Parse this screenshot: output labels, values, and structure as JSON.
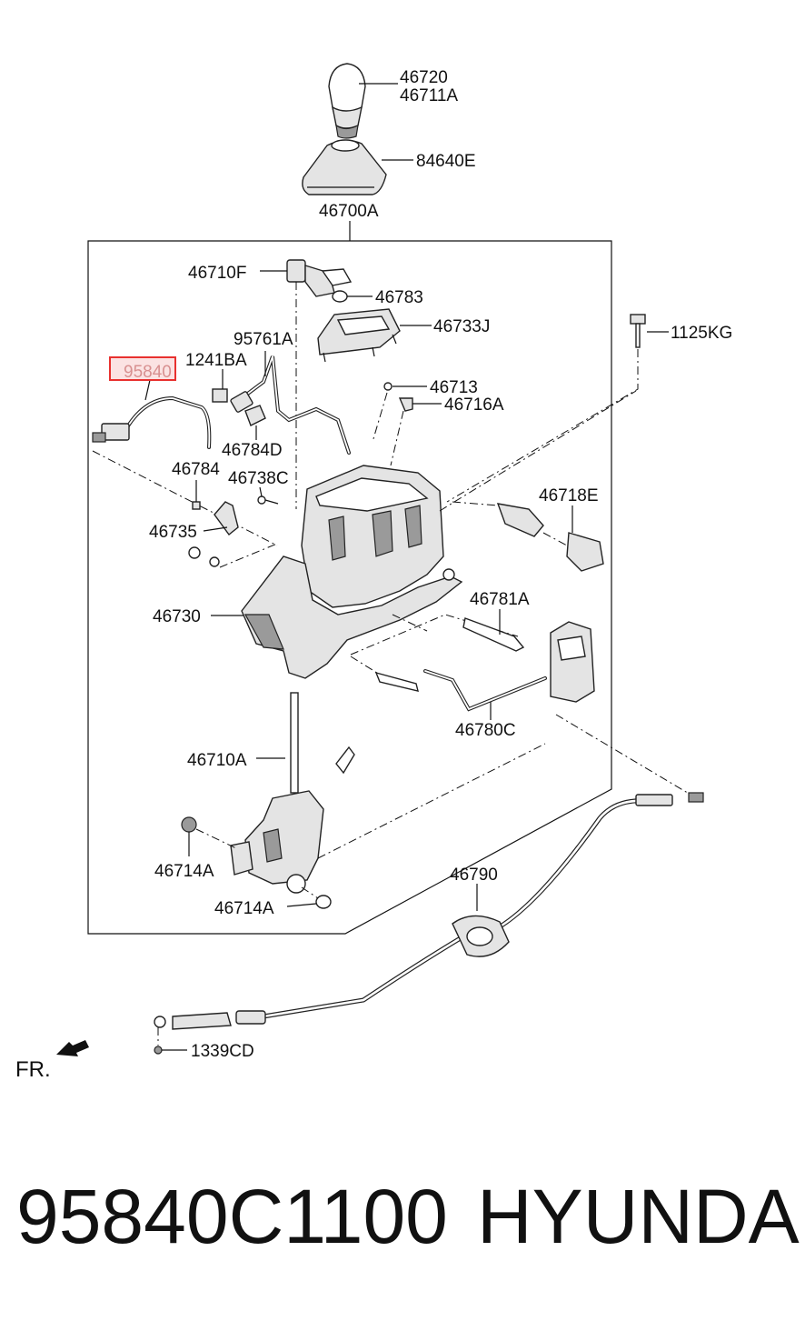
{
  "callouts": {
    "l46720": "46720",
    "l46711A": "46711A",
    "l84640E": "84640E",
    "l46700A": "46700A",
    "l46710F": "46710F",
    "l46783": "46783",
    "l46733J": "46733J",
    "l1125KG": "1125KG",
    "l95761A": "95761A",
    "l1241BA": "1241BA",
    "l95840": "95840",
    "l46713": "46713",
    "l46716A": "46716A",
    "l46784D": "46784D",
    "l46784": "46784",
    "l46738C": "46738C",
    "l46718E": "46718E",
    "l46735": "46735",
    "l46781A": "46781A",
    "l46730": "46730",
    "l46780C": "46780C",
    "l46710A": "46710A",
    "l46714A_1": "46714A",
    "l46714A_2": "46714A",
    "l46790": "46790",
    "l1339CD": "1339CD"
  },
  "fr_label": "FR.",
  "footer": {
    "part_number": "95840C1100",
    "brand": "HYUNDAI"
  },
  "highlight_color": "#e8312f"
}
